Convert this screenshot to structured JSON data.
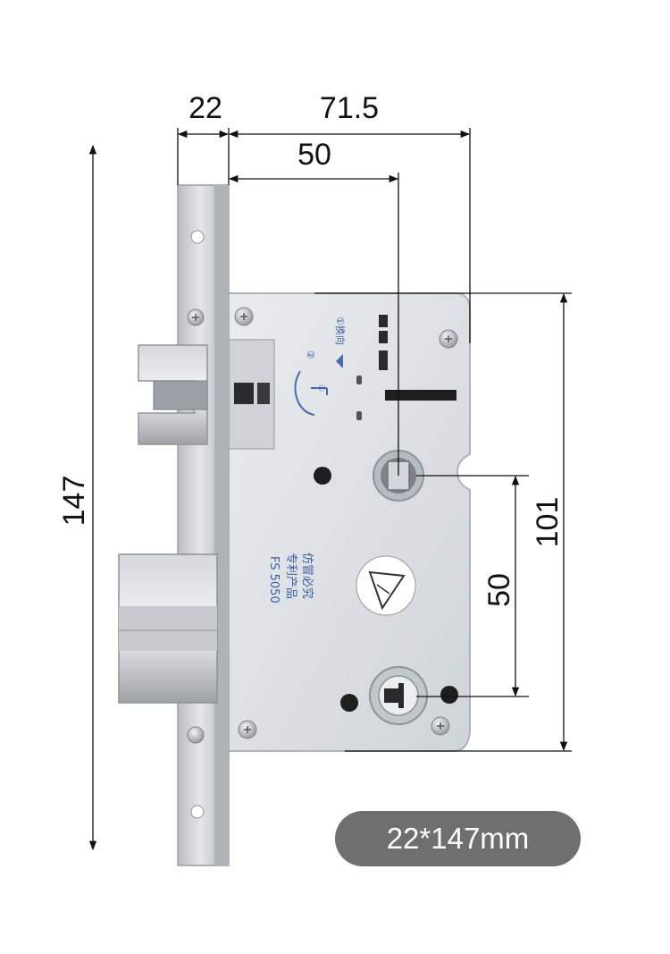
{
  "dimensions": {
    "faceplate_width": "22",
    "backset_total": "71.5",
    "backset": "50",
    "faceplate_height": "147",
    "case_height": "101",
    "center_distance": "50"
  },
  "body_labels": {
    "model": "FS 5050",
    "line1": "专利产品",
    "line2": "仿冒必究",
    "switch_label": "①换向",
    "step2": "②",
    "step1": "①"
  },
  "badge": {
    "text": "22*147mm"
  },
  "colors": {
    "steel": "#c8ccd0",
    "case": "#dfe3e7",
    "badge": "#6f6f6f",
    "dimension_lines": "#111111"
  },
  "icons": [
    "arrow-icon",
    "screw-icon",
    "triangle-logo-icon"
  ]
}
